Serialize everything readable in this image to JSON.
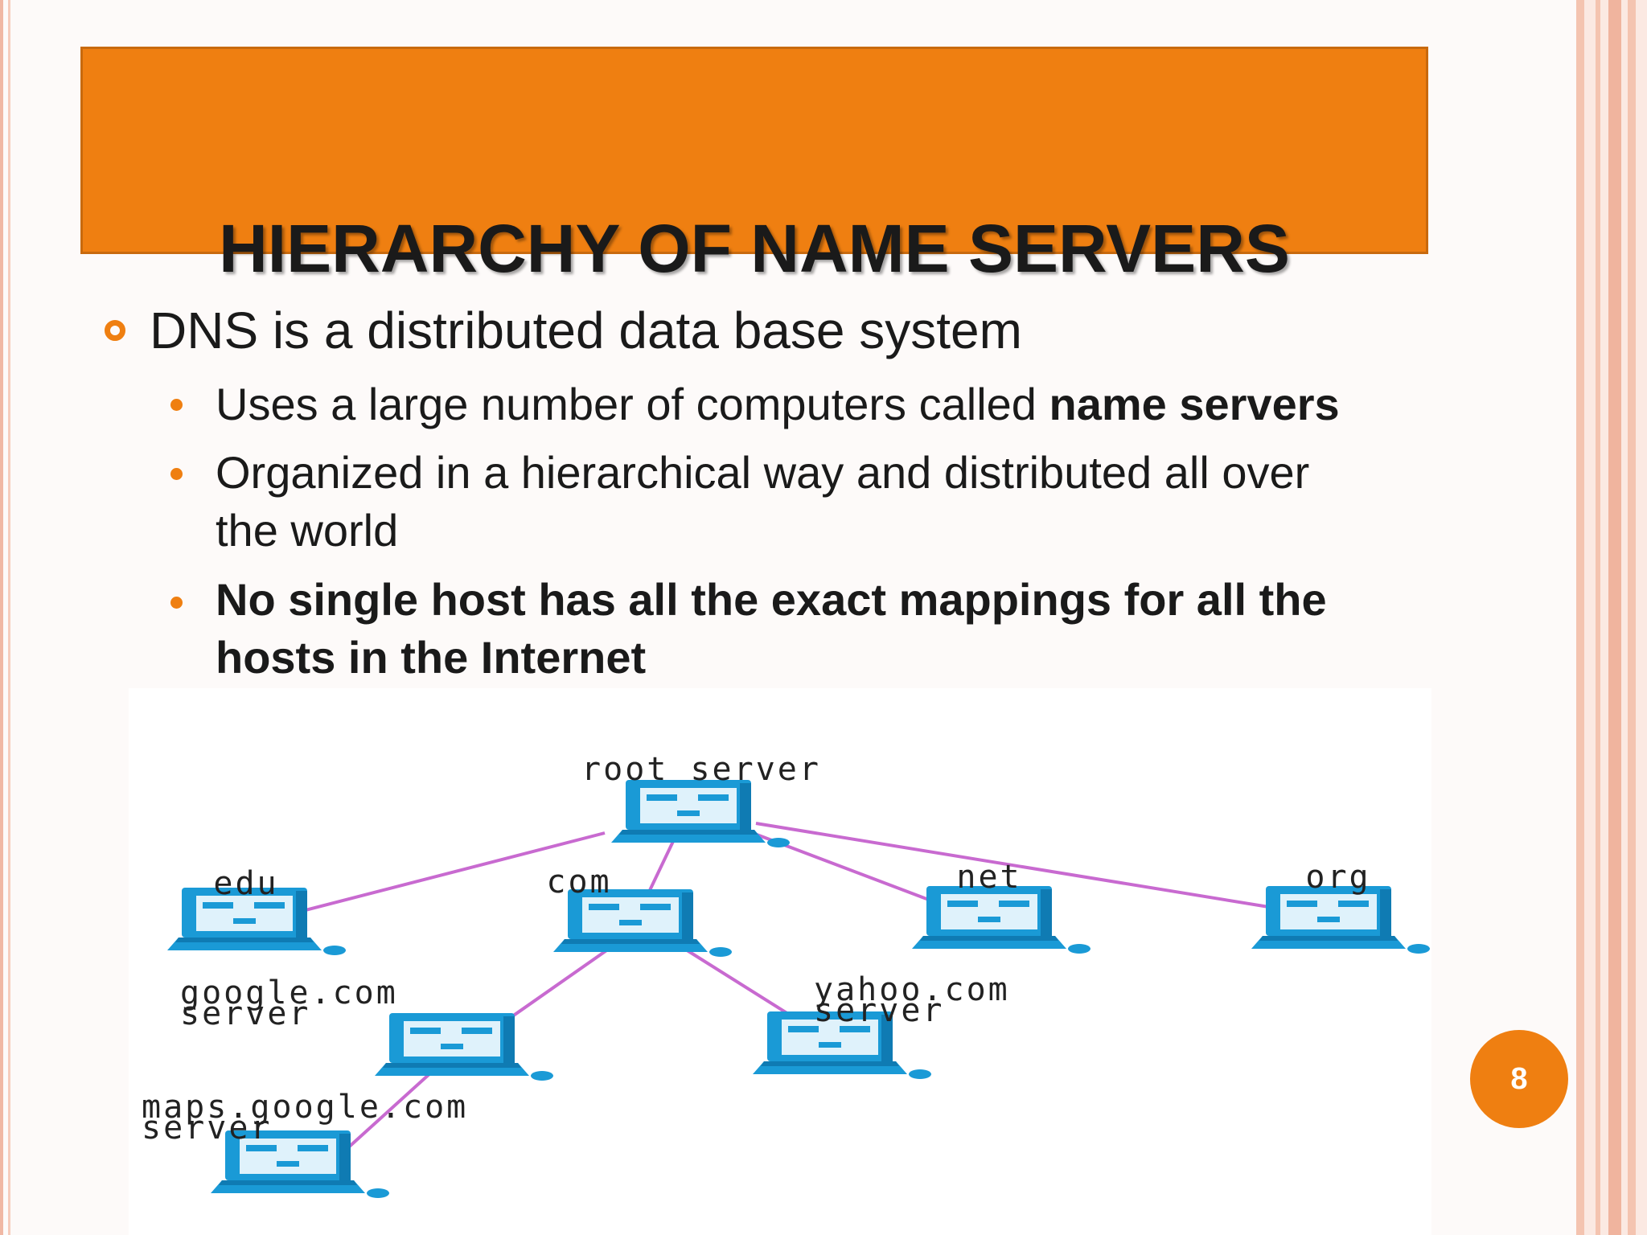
{
  "slide": {
    "title": "HIERARCHY OF NAME SERVERS",
    "page_number": "8",
    "accent_color": "#ef7f11"
  },
  "bullets": {
    "level1": "DNS is a distributed data base system",
    "item1_prefix": "Uses a large number of computers called ",
    "item1_bold": "name servers",
    "item2_line1": "Organized in a hierarchical way and distributed all over",
    "item2_line2": "the world",
    "item3_line1": "No single host has all the exact mappings for all the",
    "item3_line2": "hosts in the Internet"
  },
  "diagram": {
    "line_color": "#c86ad0",
    "computer_color": "#1a9ad6",
    "nodes": {
      "root": "root server",
      "edu": "edu",
      "com": "com",
      "net": "net",
      "org": "org",
      "google_line1": "google.com",
      "google_line2": "server",
      "yahoo_line1": "yahoo.com",
      "yahoo_line2": "server",
      "maps_line1": "maps.google.com",
      "maps_line2": "server"
    }
  }
}
